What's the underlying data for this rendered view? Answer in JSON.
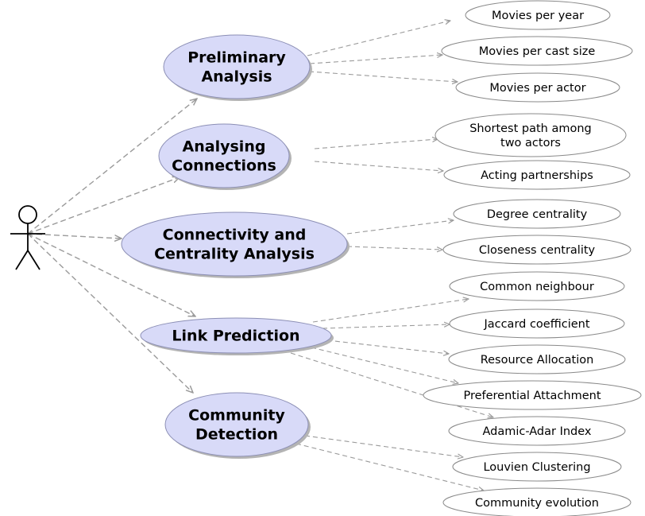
{
  "main_use_cases": [
    {
      "id": "preliminary",
      "lines": [
        "Preliminary",
        "Analysis"
      ]
    },
    {
      "id": "connections",
      "lines": [
        "Analysing",
        "Connections"
      ]
    },
    {
      "id": "centrality",
      "lines": [
        "Connectivity and",
        "Centrality Analysis"
      ]
    },
    {
      "id": "link",
      "lines": [
        "Link Prediction"
      ]
    },
    {
      "id": "community",
      "lines": [
        "Community",
        "Detection"
      ]
    }
  ],
  "sub_use_cases": [
    {
      "id": "movies-per-year",
      "parent": "preliminary",
      "lines": [
        "Movies per year"
      ]
    },
    {
      "id": "movies-per-cast-size",
      "parent": "preliminary",
      "lines": [
        "Movies per cast size"
      ]
    },
    {
      "id": "movies-per-actor",
      "parent": "preliminary",
      "lines": [
        "Movies per actor"
      ]
    },
    {
      "id": "shortest-path",
      "parent": "connections",
      "lines": [
        "Shortest path among",
        "two actors"
      ]
    },
    {
      "id": "acting-partnerships",
      "parent": "connections",
      "lines": [
        "Acting partnerships"
      ]
    },
    {
      "id": "degree-centrality",
      "parent": "centrality",
      "lines": [
        "Degree centrality"
      ]
    },
    {
      "id": "closeness-centrality",
      "parent": "centrality",
      "lines": [
        "Closeness centrality"
      ]
    },
    {
      "id": "common-neighbour",
      "parent": "link",
      "lines": [
        "Common neighbour"
      ]
    },
    {
      "id": "jaccard-coefficient",
      "parent": "link",
      "lines": [
        "Jaccard coefficient"
      ]
    },
    {
      "id": "resource-allocation",
      "parent": "link",
      "lines": [
        "Resource Allocation"
      ]
    },
    {
      "id": "preferential-attachment",
      "parent": "link",
      "lines": [
        "Preferential Attachment"
      ]
    },
    {
      "id": "adamic-adar-index",
      "parent": "link",
      "lines": [
        "Adamic-Adar Index"
      ]
    },
    {
      "id": "louvien-clustering",
      "parent": "community",
      "lines": [
        "Louvien Clustering"
      ]
    },
    {
      "id": "community-evolution",
      "parent": "community",
      "lines": [
        "Community evolution"
      ]
    }
  ],
  "colors": {
    "main_fill": "#d8daf8",
    "edge": "#9a9a9a",
    "sub_border": "#8a8a8a"
  }
}
